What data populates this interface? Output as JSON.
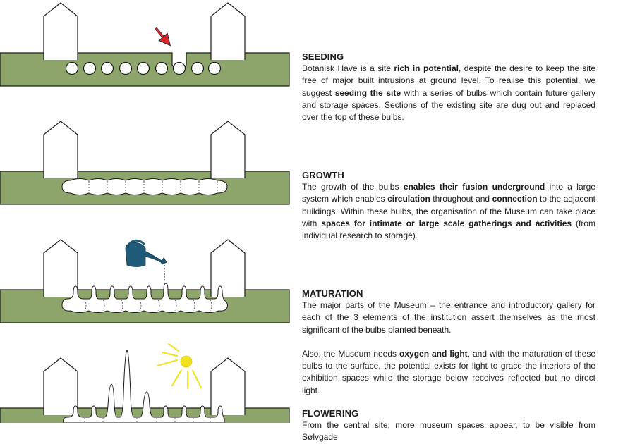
{
  "colors": {
    "ground": "#8da56a",
    "outline": "#1a1a1a",
    "trowel": "#d7262b",
    "watering_can": "#1f5a78",
    "sun": "#f2e21b"
  },
  "icons": [
    "trowel-icon",
    "watering-can-icon",
    "sun-icon"
  ],
  "sections": [
    {
      "title": "SEEDING",
      "paragraphs": [
        [
          {
            "t": "Botanisk Have is a site "
          },
          {
            "t": "rich in potential",
            "b": true
          },
          {
            "t": ", despite the desire to keep the site free of major built intrusions at ground level.  To realise this potential, we suggest "
          },
          {
            "t": "seeding the site",
            "b": true
          },
          {
            "t": " with a series of bulbs which contain future gallery and storage spaces.  Sections of the existing site are dug out and replaced over the top of these bulbs."
          }
        ]
      ]
    },
    {
      "title": "GROWTH",
      "paragraphs": [
        [
          {
            "t": "The growth of the bulbs "
          },
          {
            "t": "enables their fusion underground",
            "b": true
          },
          {
            "t": " into a large system which enables "
          },
          {
            "t": "circulation",
            "b": true
          },
          {
            "t": " throughout and "
          },
          {
            "t": "connection",
            "b": true
          },
          {
            "t": " to the adjacent buildings.  Within these bulbs, the organisation of the Museum can take place with "
          },
          {
            "t": "spaces for intimate or large scale gatherings and activities",
            "b": true
          },
          {
            "t": " (from individual research to storage)."
          }
        ]
      ]
    },
    {
      "title": "MATURATION",
      "paragraphs": [
        [
          {
            "t": "The major parts of the Museum – the entrance and introductory gallery for each of the 3 elements of the institution assert themselves as the most significant of the bulbs planted beneath."
          }
        ],
        [
          {
            "t": "Also, the Museum needs "
          },
          {
            "t": "oxygen and light",
            "b": true
          },
          {
            "t": ", and with the maturation of these bulbs to the surface, the potential exists for light to grace the interiors of the exhibition spaces while the storage below receives reflected but no direct light."
          }
        ]
      ]
    },
    {
      "title": "FLOWERING",
      "paragraphs": [
        [
          {
            "t": "From the central site, more museum spaces appear, to be visible from Sølvgade"
          }
        ]
      ]
    }
  ]
}
